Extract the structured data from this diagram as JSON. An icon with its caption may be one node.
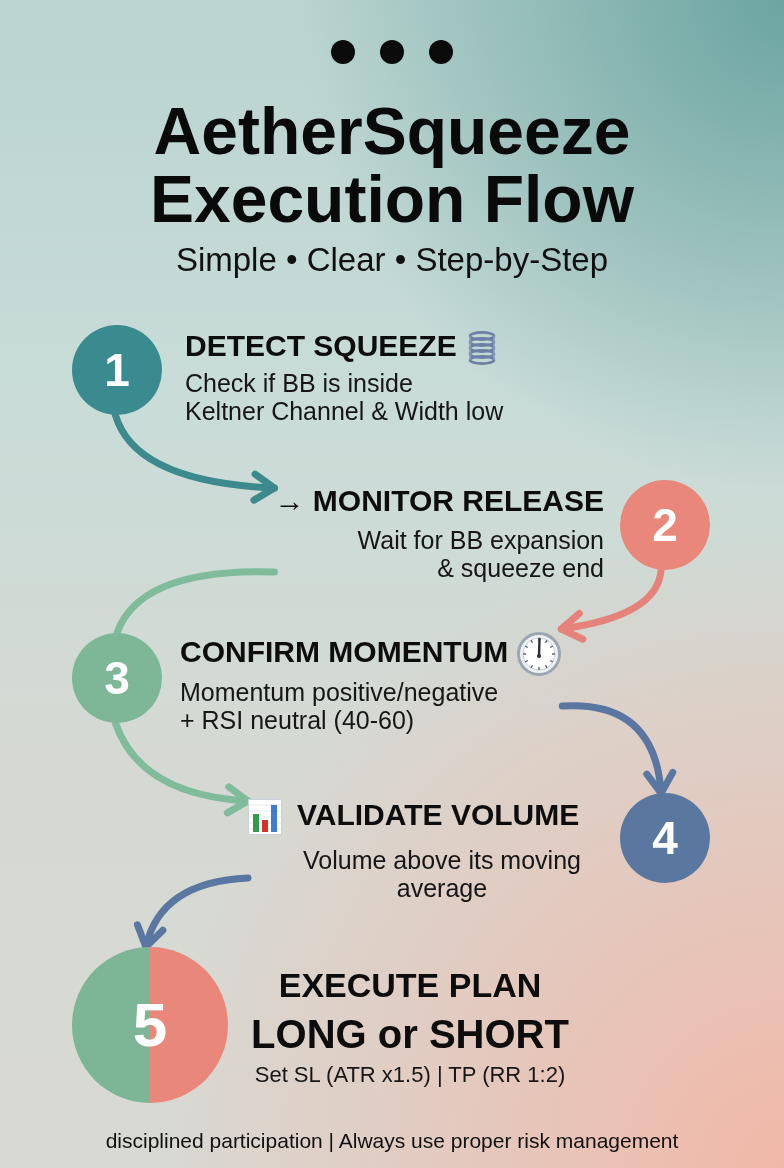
{
  "diagram": {
    "title": "AetherSqueeze Execution Flow",
    "caption": "disciplined participation | Always use proper risk management",
    "nodes": [
      {
        "text": [
          "1"
        ],
        "beside": [
          "DETECT SQUEEZE",
          "Check if BB is inside Keltner Channel & Width low"
        ]
      },
      {
        "text": [
          "→ MONITOR RELEASE",
          "Wait for BB expansion & squeeze end"
        ]
      },
      {
        "text": [
          "2"
        ]
      },
      {
        "text": [
          "3"
        ]
      },
      {
        "text": [
          "CONFIRM MOMENTUM",
          "Momentum positive/negative + RSI neutral (40-60)"
        ]
      },
      {
        "text": [
          "VALIDATE VOLUME",
          "Volume above its moving average"
        ]
      },
      {
        "text": [
          "4"
        ]
      },
      {
        "text": [
          "5"
        ],
        "beside": [
          "EXECUTE PLAN",
          "LONG or SHORT",
          "Set SL (ATR x1.5) | TP (RR 1:2)"
        ]
      }
    ],
    "edges": [
      {
        "from": 0,
        "to": 1,
        "arrow": "to",
        "color": "#3d8a8e"
      },
      {
        "from": 2,
        "to": 4,
        "arrow": "to",
        "color": "#e5837a"
      },
      {
        "from": 1,
        "to": 3,
        "arrow": "none",
        "color": "#80bb9c"
      },
      {
        "from": 3,
        "to": 5,
        "arrow": "to",
        "color": "#80bb9c"
      },
      {
        "from": 4,
        "to": 6,
        "arrow": "to",
        "color": "#5a77a2"
      },
      {
        "from": 5,
        "to": 7,
        "arrow": "to",
        "color": "#5a77a2"
      }
    ],
    "labels": [
      "Simple • Clear • Step-by-Step"
    ]
  }
}
